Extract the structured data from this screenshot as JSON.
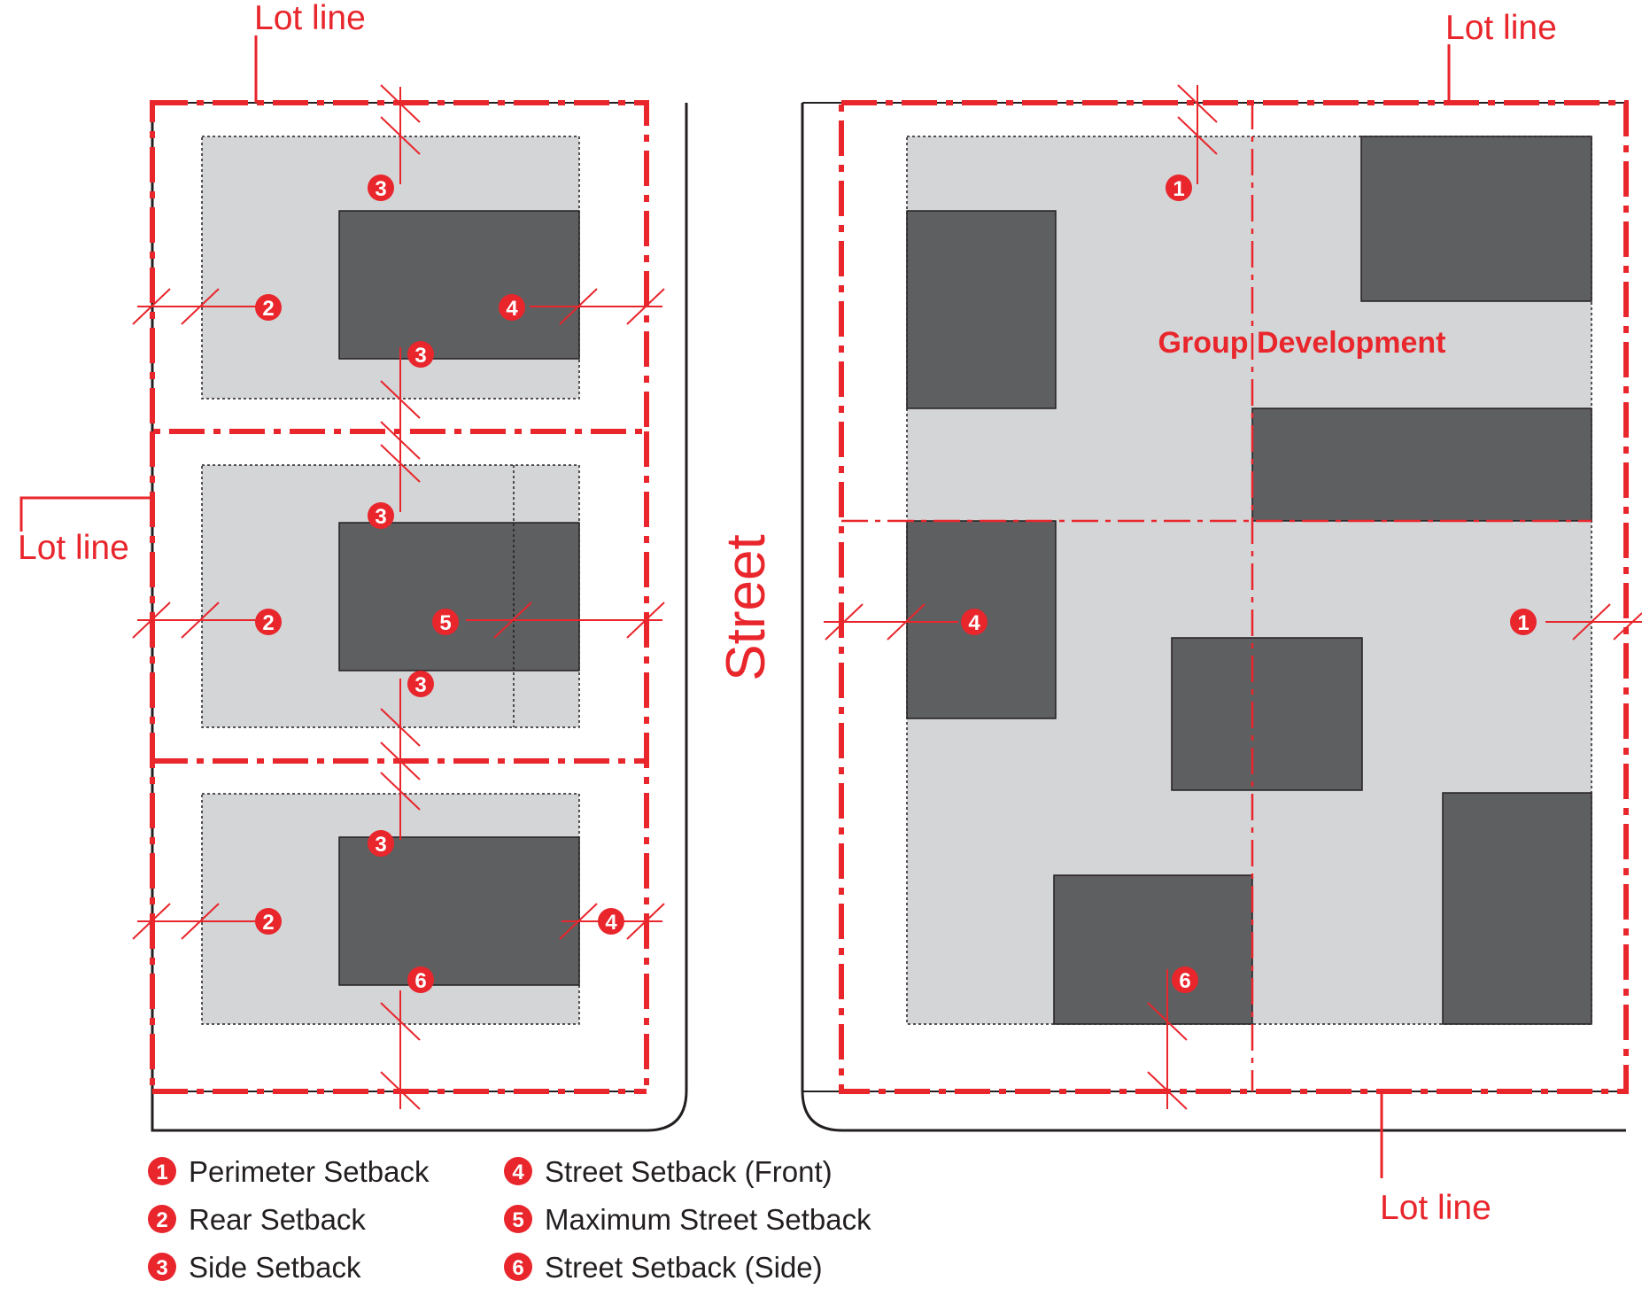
{
  "colors": {
    "accent": "#e8262c",
    "building": "#5e5f61",
    "setback_area": "#d4d5d7",
    "outline": "#231f20"
  },
  "labels": {
    "lot_line_top_left": "Lot line",
    "lot_line_left": "Lot line",
    "lot_line_top_right": "Lot line",
    "lot_line_bottom_right": "Lot line",
    "street": "Street",
    "group_development": "Group Development"
  },
  "legend": [
    {
      "num": "1",
      "label": "Perimeter Setback"
    },
    {
      "num": "2",
      "label": "Rear Setback"
    },
    {
      "num": "3",
      "label": "Side Setback"
    },
    {
      "num": "4",
      "label": "Street Setback (Front)"
    },
    {
      "num": "5",
      "label": "Maximum Street Setback"
    },
    {
      "num": "6",
      "label": "Street Setback (Side)"
    }
  ]
}
